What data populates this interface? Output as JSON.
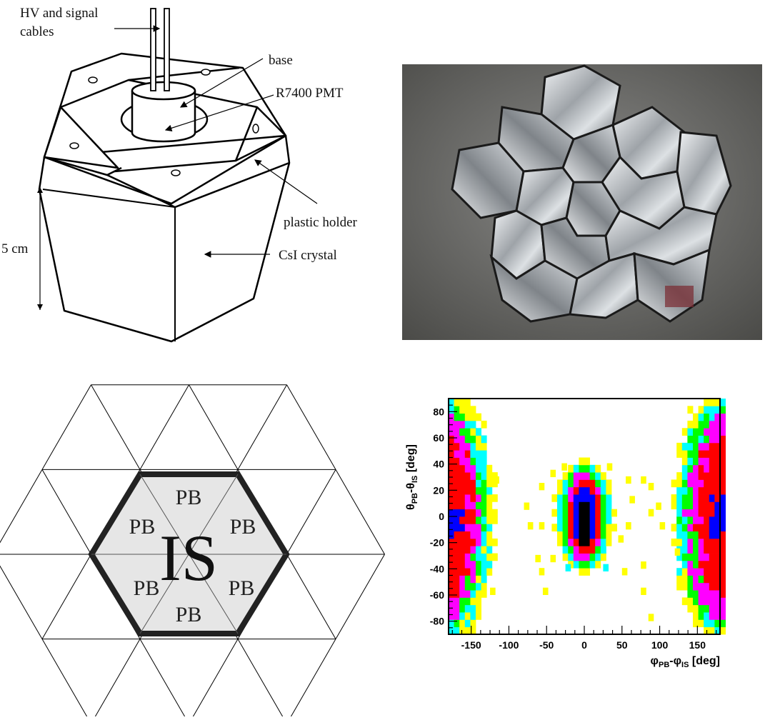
{
  "crystal_diagram": {
    "labels": {
      "cables": [
        "HV and signal",
        "cables"
      ],
      "base": "base",
      "pmt": "R7400 PMT",
      "holder": "plastic holder",
      "crystal": "CsI crystal",
      "scale": "5 cm"
    }
  },
  "photo": {
    "alt": "photograph of the assembled array of hexagonal and pentagonal crystal modules"
  },
  "hex_diagram": {
    "center_label": "IS",
    "petal_label": "PB",
    "colors": {
      "fill": "#e6e6e6",
      "outline": "#222222",
      "lines": "#000000"
    }
  },
  "chart_data": {
    "type": "heatmap",
    "title": "",
    "xlabel_main": "φ",
    "xlabel_sub1": "PB",
    "xlabel_mid": "-φ",
    "xlabel_sub2": "IS",
    "xlabel_unit": " [deg]",
    "ylabel_main": "θ",
    "ylabel_sub1": "PB",
    "ylabel_mid": "-θ",
    "ylabel_sub2": "IS",
    "ylabel_unit": " [deg]",
    "xlim": [
      -180,
      180
    ],
    "ylim": [
      -90,
      90
    ],
    "x_ticks": [
      -150,
      -100,
      -50,
      0,
      50,
      100,
      150
    ],
    "x_tick_labels": [
      "-150",
      "-100",
      "-50",
      "0",
      "50",
      "100",
      "150"
    ],
    "y_ticks": [
      -80,
      -60,
      -40,
      -20,
      0,
      20,
      40,
      60,
      80
    ],
    "y_tick_labels": [
      "-80",
      "-60",
      "-40",
      "-20",
      "0",
      "20",
      "40",
      "60",
      "80"
    ],
    "color_levels": [
      "#ffff00",
      "#00ffff",
      "#00ff00",
      "#ff00ff",
      "#ff0000",
      "#0000ff",
      "#000000"
    ],
    "regions": [
      {
        "cx": -180,
        "cy": 0,
        "rx": 62,
        "ry": 98,
        "level": 0
      },
      {
        "cx": -180,
        "cy": 0,
        "rx": 55,
        "ry": 88,
        "level": 1
      },
      {
        "cx": -180,
        "cy": 0,
        "rx": 48,
        "ry": 82,
        "level": 2
      },
      {
        "cx": -180,
        "cy": 0,
        "rx": 40,
        "ry": 78,
        "level": 3
      },
      {
        "cx": -180,
        "cy": 0,
        "rx": 30,
        "ry": 60,
        "level": 4
      },
      {
        "cx": -180,
        "cy": 0,
        "rx": 14,
        "ry": 16,
        "level": 5
      },
      {
        "cx": 180,
        "cy": 0,
        "rx": 62,
        "ry": 98,
        "level": 0
      },
      {
        "cx": 180,
        "cy": 0,
        "rx": 55,
        "ry": 88,
        "level": 1
      },
      {
        "cx": 180,
        "cy": 0,
        "rx": 48,
        "ry": 82,
        "level": 2
      },
      {
        "cx": 180,
        "cy": 0,
        "rx": 40,
        "ry": 78,
        "level": 3
      },
      {
        "cx": 180,
        "cy": 0,
        "rx": 30,
        "ry": 60,
        "level": 4
      },
      {
        "cx": 180,
        "cy": 0,
        "rx": 14,
        "ry": 16,
        "level": 5
      },
      {
        "cx": 0,
        "cy": 0,
        "rx": 40,
        "ry": 43,
        "level": 0
      },
      {
        "cx": 0,
        "cy": 0,
        "rx": 34,
        "ry": 41,
        "level": 1
      },
      {
        "cx": 0,
        "cy": 0,
        "rx": 28,
        "ry": 39,
        "level": 2
      },
      {
        "cx": 0,
        "cy": 0,
        "rx": 24,
        "ry": 35,
        "level": 3
      },
      {
        "cx": 0,
        "cy": 0,
        "rx": 21,
        "ry": 30,
        "level": 4
      },
      {
        "cx": 0,
        "cy": 0,
        "rx": 16,
        "ry": 24,
        "level": 5
      },
      {
        "cx": 0,
        "cy": -4,
        "rx": 10,
        "ry": 19,
        "level": 6
      }
    ],
    "scatter_points": [
      [
        -80,
        5,
        0
      ],
      [
        -75,
        -10,
        0
      ],
      [
        -65,
        -35,
        0
      ],
      [
        -60,
        -45,
        0
      ],
      [
        -60,
        20,
        0
      ],
      [
        -55,
        -60,
        0
      ],
      [
        -45,
        30,
        0
      ],
      [
        -45,
        -35,
        0
      ],
      [
        -60,
        -10,
        0
      ],
      [
        45,
        -20,
        0
      ],
      [
        50,
        -45,
        0
      ],
      [
        55,
        25,
        0
      ],
      [
        60,
        10,
        0
      ],
      [
        55,
        -10,
        0
      ],
      [
        75,
        25,
        0
      ],
      [
        75,
        -40,
        0
      ],
      [
        85,
        20,
        0
      ],
      [
        85,
        0,
        0
      ],
      [
        95,
        5,
        0
      ],
      [
        100,
        -10,
        0
      ],
      [
        85,
        -80,
        0
      ],
      [
        75,
        -60,
        0
      ],
      [
        -120,
        25,
        0
      ],
      [
        -125,
        -60,
        0
      ],
      [
        120,
        -30,
        0
      ],
      [
        -30,
        35,
        0
      ],
      [
        30,
        35,
        0
      ],
      [
        -25,
        -42,
        1
      ],
      [
        25,
        -42,
        1
      ]
    ]
  }
}
